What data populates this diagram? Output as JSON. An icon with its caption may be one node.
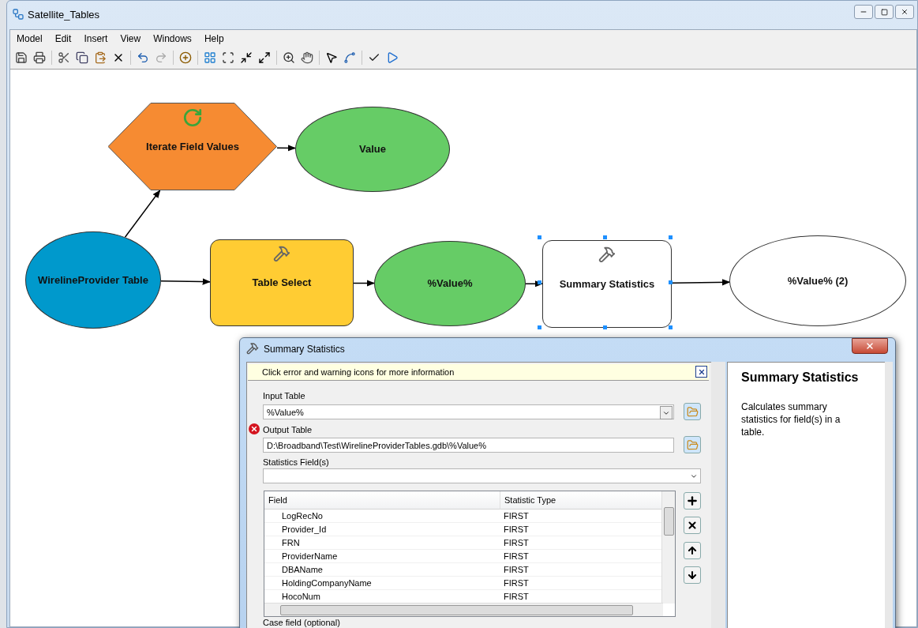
{
  "diagram": {
    "nodes": [
      {
        "text": [
          "Iterate Field Values"
        ]
      },
      {
        "text": [
          "Value"
        ]
      },
      {
        "text": [
          "WirelineProvider Table"
        ]
      },
      {
        "text": [
          "Table Select"
        ]
      },
      {
        "text": [
          "%Value%"
        ]
      },
      {
        "text": [
          "Summary Statistics"
        ]
      },
      {
        "text": [
          "%Value% (2)"
        ]
      }
    ],
    "edges": [
      {
        "from": 2,
        "to": 0,
        "arrow": "to"
      },
      {
        "from": 0,
        "to": 1,
        "arrow": "to"
      },
      {
        "from": 2,
        "to": 3,
        "arrow": "to"
      },
      {
        "from": 3,
        "to": 4,
        "arrow": "to"
      },
      {
        "from": 4,
        "to": 5,
        "arrow": "to"
      },
      {
        "from": 5,
        "to": 6,
        "arrow": "to"
      }
    ],
    "labels": [
      "Satellite_Tables",
      "Model",
      "Edit",
      "Insert",
      "View",
      "Windows",
      "Help",
      "Summary Statistics",
      "Click error and warning icons for more information",
      "Input Table",
      "%Value%",
      "Output Table",
      "D:\\Broadband\\Test\\WirelineProviderTables.gdb\\%Value%",
      "Statistics Field(s)",
      "Field",
      "Statistic Type",
      "LogRecNo",
      "FIRST",
      "Provider_Id",
      "FIRST",
      "FRN",
      "FIRST",
      "ProviderName",
      "FIRST",
      "DBAName",
      "FIRST",
      "HoldingCompanyName",
      "FIRST",
      "HocoNum",
      "FIRST",
      "Case field (optional)",
      "Summary Statistics",
      "Calculates summary statistics for field(s) in a table."
    ]
  }
}
